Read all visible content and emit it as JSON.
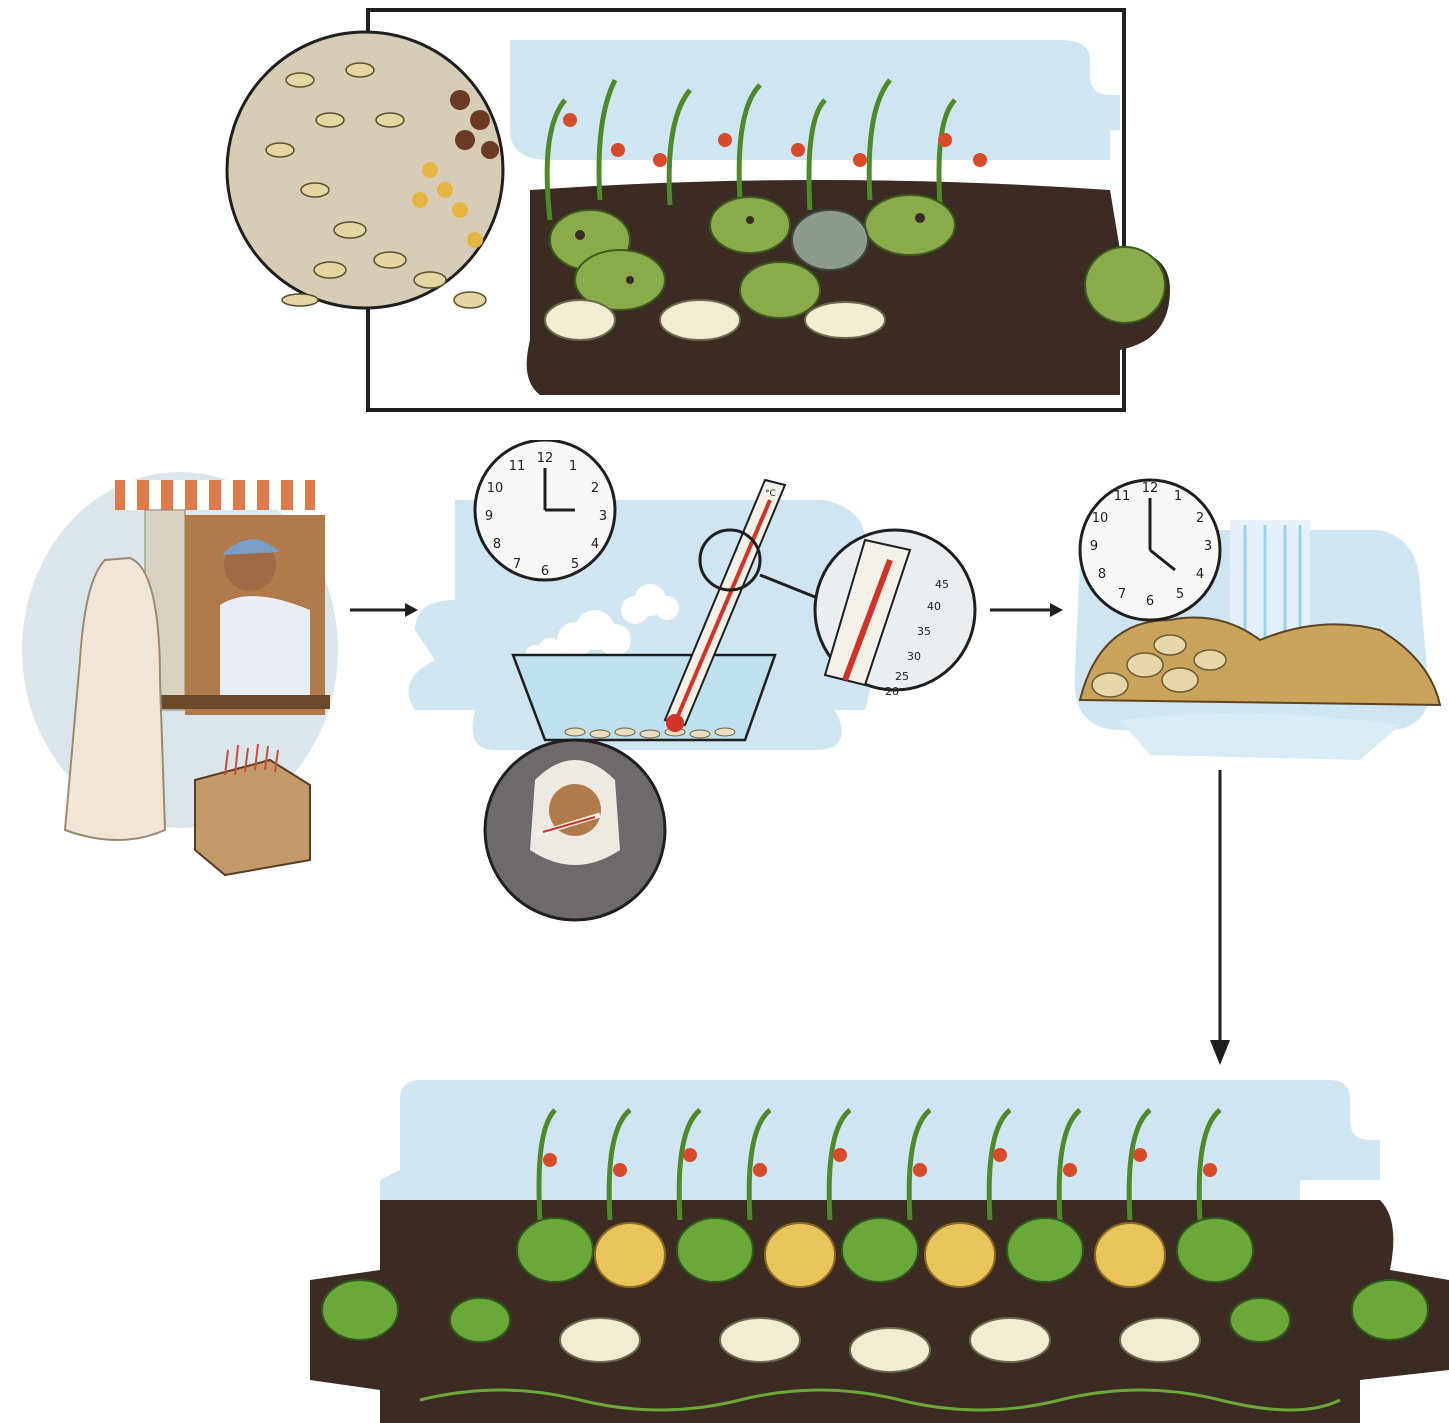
{
  "diagram": {
    "panels": [
      {
        "id": "before-field",
        "icons": [
          "seed-pile-icon",
          "diseased-plants-icon"
        ]
      },
      {
        "id": "market-stall",
        "icons": [
          "thermometer-box-icon"
        ]
      },
      {
        "id": "seed-soak",
        "icons": [
          "clock-icon",
          "thermometer-icon",
          "bowl-icon",
          "sick-person-icon"
        ]
      },
      {
        "id": "rinse-seeds",
        "icons": [
          "clock-icon",
          "water-stream-icon"
        ]
      },
      {
        "id": "healthy-field",
        "icons": [
          "healthy-plants-icon"
        ]
      }
    ],
    "clock_numbers": [
      "12",
      "1",
      "2",
      "3",
      "4",
      "5",
      "6",
      "7",
      "8",
      "9",
      "10",
      "11"
    ],
    "thermometer": {
      "unit": "°C",
      "scale": [
        "45",
        "40",
        "35",
        "30",
        "25",
        "20"
      ]
    },
    "colors": {
      "sky": "#cfe6f2",
      "soil": "#3b2b22",
      "leaf": "#6aa83a",
      "tomato": "#d94a2b",
      "pumpkin": "#e8c45a",
      "outline": "#1f1f1f",
      "mercury": "#d23228"
    }
  }
}
